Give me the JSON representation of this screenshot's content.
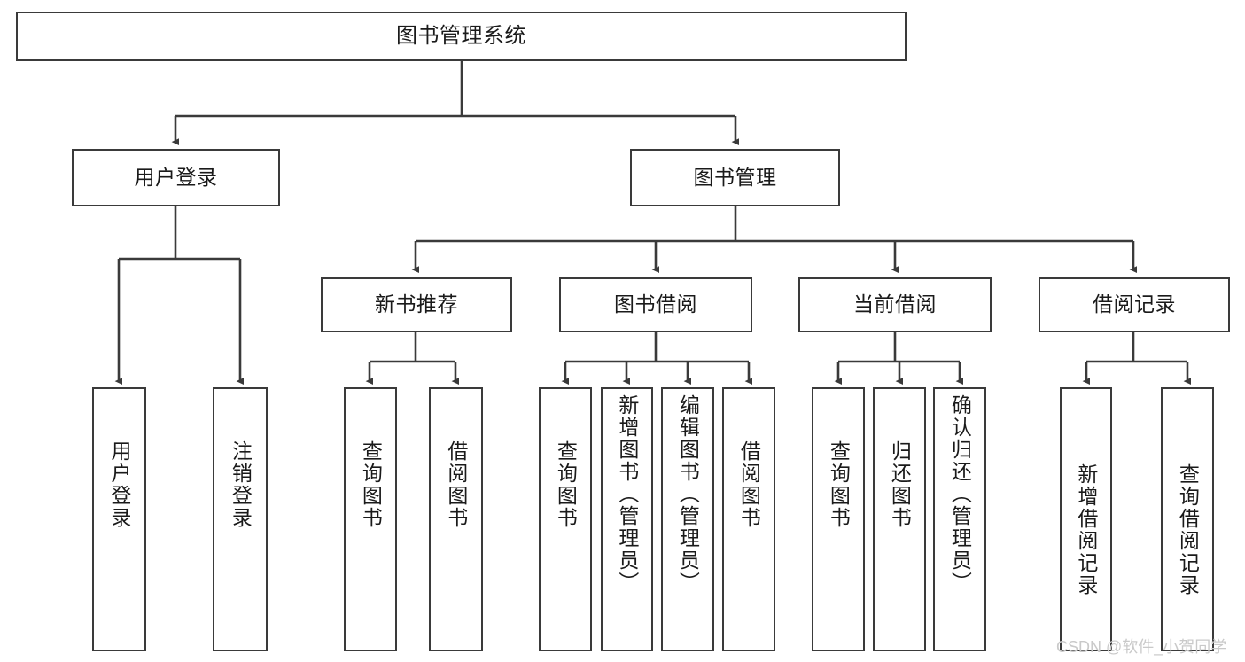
{
  "diagram": {
    "title_box": {
      "label": "图书管理系统"
    },
    "level2": [
      {
        "id": "user-login",
        "label": "用户登录"
      },
      {
        "id": "book-management",
        "label": "图书管理"
      }
    ],
    "level3": [
      {
        "id": "new-book-recommend",
        "label": "新书推荐"
      },
      {
        "id": "book-borrow",
        "label": "图书借阅"
      },
      {
        "id": "current-borrow",
        "label": "当前借阅"
      },
      {
        "id": "borrow-record",
        "label": "借阅记录"
      }
    ],
    "leaves": [
      {
        "id": "leaf-user-login",
        "label": "用户登录"
      },
      {
        "id": "leaf-logout-login",
        "label": "注销登录"
      },
      {
        "id": "leaf-query-book-1",
        "label": "查询图书"
      },
      {
        "id": "leaf-borrow-book-1",
        "label": "借阅图书"
      },
      {
        "id": "leaf-query-book-2",
        "label": "查询图书"
      },
      {
        "id": "leaf-add-book",
        "label": "新增图书（管理员）"
      },
      {
        "id": "leaf-edit-book",
        "label": "编辑图书（管理员）"
      },
      {
        "id": "leaf-borrow-book-2",
        "label": "借阅图书"
      },
      {
        "id": "leaf-query-book-3",
        "label": "查询图书"
      },
      {
        "id": "leaf-return-book",
        "label": "归还图书"
      },
      {
        "id": "leaf-confirm-return",
        "label": "确认归还（管理员）"
      },
      {
        "id": "leaf-add-record",
        "label": "新增借阅记录"
      },
      {
        "id": "leaf-query-record",
        "label": "查询借阅记录"
      }
    ],
    "watermark": "CSDN @软件_小贺同学",
    "colors": {
      "border": "#3a3a3a",
      "background": "#ffffff",
      "text": "#1a1a1a",
      "watermark": "#c9c9c9"
    }
  }
}
